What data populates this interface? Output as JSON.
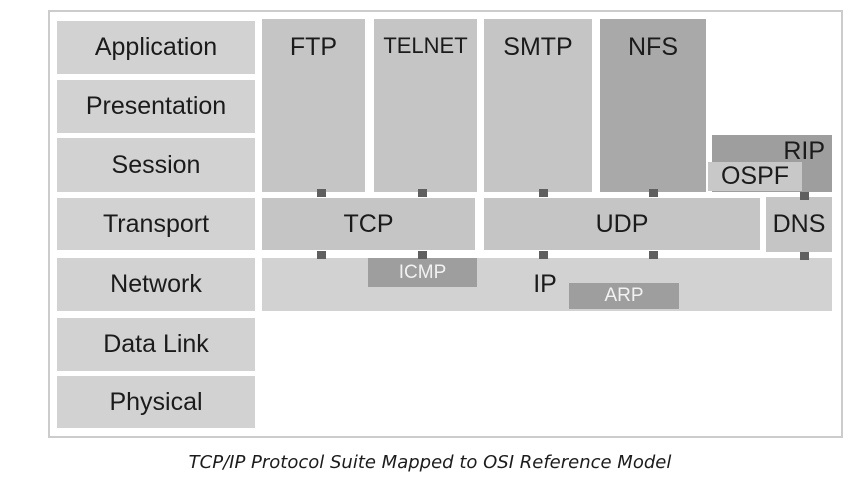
{
  "caption": "TCP/IP Protocol Suite Mapped to OSI Reference Model",
  "osi": {
    "layers": [
      "Application",
      "Presentation",
      "Session",
      "Transport",
      "Network",
      "Data Link",
      "Physical"
    ]
  },
  "protocols": {
    "ftp": "FTP",
    "telnet": "TELNET",
    "smtp": "SMTP",
    "nfs": "NFS",
    "rip": "RIP",
    "ospf": "OSPF",
    "tcp": "TCP",
    "udp": "UDP",
    "dns": "DNS",
    "icmp": "ICMP",
    "ip": "IP",
    "arp": "ARP"
  },
  "colors": {
    "layer_box": "#d2d2d2",
    "protocol_box": "#c5c5c5",
    "dark_box": "#a9a9a9",
    "darker_box": "#9e9e9e",
    "ospf_box": "#c8c8c8",
    "connector": "#5f5f5f",
    "frame_border": "#cccccc",
    "light_text": "#f2f2f2"
  }
}
